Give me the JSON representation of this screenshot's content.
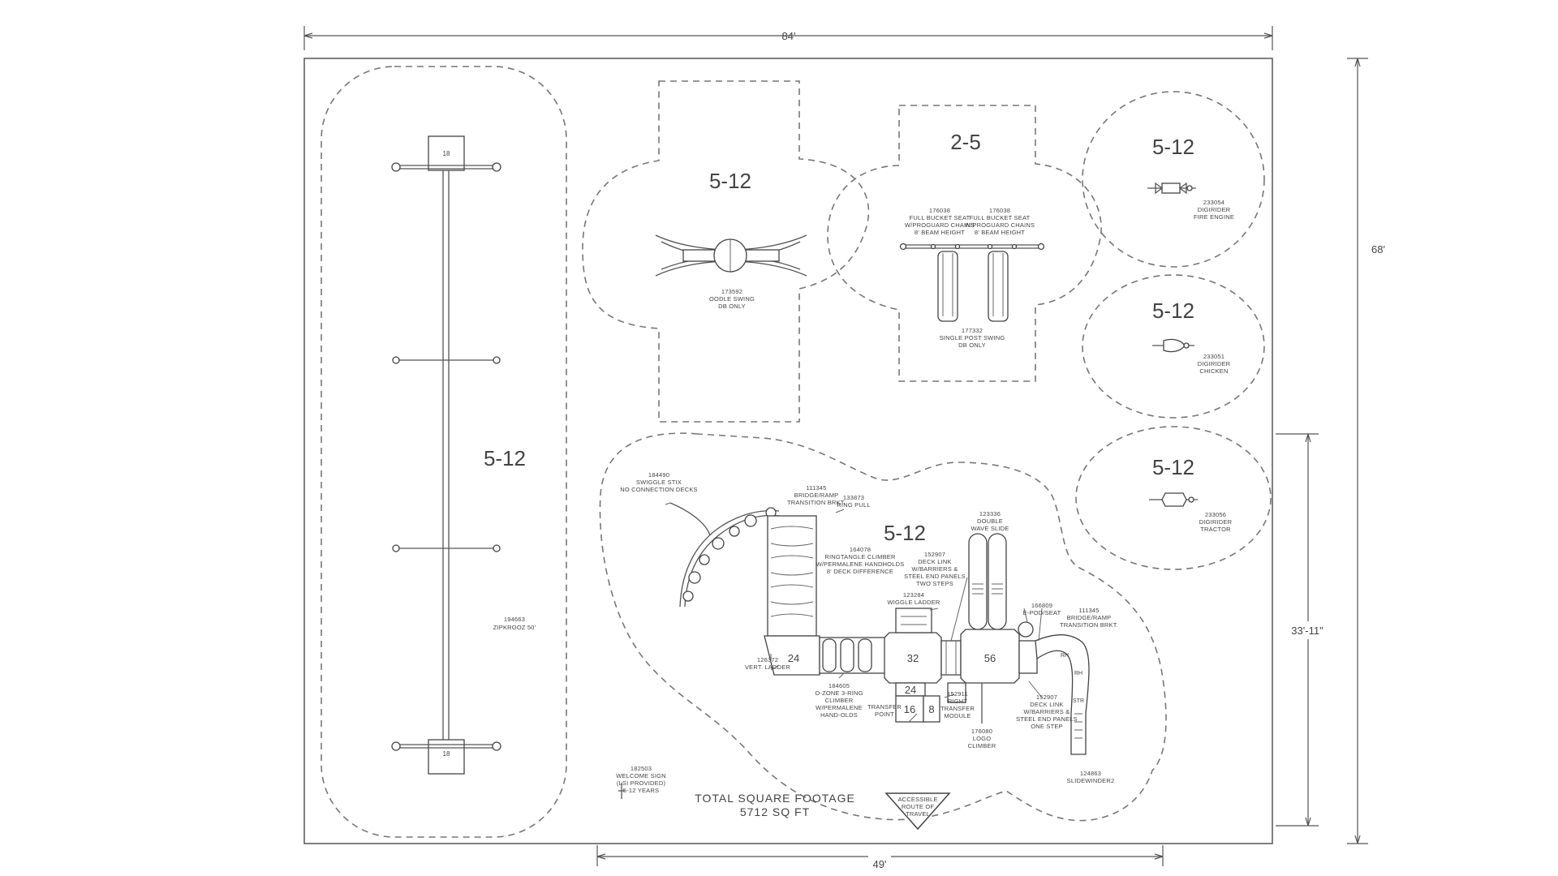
{
  "dimensions": {
    "width": "84'",
    "height": "68'",
    "right_partial": "33'-11\"",
    "bottom_partial": "49'"
  },
  "age_labels": {
    "zipline": "5-12",
    "oodle": "5-12",
    "toddler_swing": "2-5",
    "fire_engine": "5-12",
    "chicken": "5-12",
    "tractor": "5-12",
    "structure": "5-12"
  },
  "equipment": {
    "zip_krooz": {
      "code": "194663",
      "name": "ZIPKROOZ 50'",
      "post_label": "18"
    },
    "oodle_swing": {
      "code": "173592",
      "name": "OODLE SWING",
      "note": "DB ONLY"
    },
    "bucket_seat_left": {
      "code": "176038",
      "l1": "FULL BUCKET SEAT",
      "l2": "W/PROGUARD CHAINS",
      "l3": "8' BEAM HEIGHT"
    },
    "bucket_seat_right": {
      "code": "176038",
      "l1": "FULL BUCKET SEAT",
      "l2": "W/PROGUARD CHAINS",
      "l3": "8' BEAM HEIGHT"
    },
    "single_post_swing": {
      "code": "177332",
      "name": "SINGLE POST SWING",
      "note": "DB ONLY"
    },
    "fire_engine": {
      "code": "233054",
      "l1": "DIGIRIDER",
      "l2": "FIRE ENGINE"
    },
    "chicken": {
      "code": "233051",
      "l1": "DIGIRIDER",
      "l2": "CHICKEN"
    },
    "tractor": {
      "code": "233056",
      "l1": "DIGIRIDER",
      "l2": "TRACTOR"
    },
    "swiggle": {
      "code": "184490",
      "l1": "SWIGGLE STIX",
      "l2": "NO CONNECTION DECKS"
    },
    "bridge_left": {
      "code": "111345",
      "l1": "BRIDGE/RAMP",
      "l2": "TRANSITION BRKT."
    },
    "ring_pull": {
      "code": "133873",
      "l1": "RING PULL"
    },
    "ringtangle": {
      "code": "164078",
      "l1": "RINGTANGLE CLIMBER",
      "l2": "W/PERMALENE HANDHOLDS",
      "l3": "8' DECK DIFFERENCE"
    },
    "deck_link_top": {
      "code": "152907",
      "l1": "DECK LINK",
      "l2": "W/BARRIERS &",
      "l3": "STEEL END PANELS",
      "l4": "TWO STEPS"
    },
    "wave_slide": {
      "code": "123336",
      "l1": "DOUBLE",
      "l2": "WAVE SLIDE"
    },
    "wiggle_ladder": {
      "code": "123284",
      "l1": "WIGGLE LADDER"
    },
    "e_pod": {
      "code": "166809",
      "l1": "E-POD/SEAT"
    },
    "bridge_right": {
      "code": "111345",
      "l1": "BRIDGE/RAMP",
      "l2": "TRANSITION BRKT."
    },
    "vert_ladder": {
      "code": "126372",
      "l1": "VERT. LADDER"
    },
    "o_zone": {
      "code": "184605",
      "l1": "O-ZONE 3-RING",
      "l2": "CLIMBER",
      "l3": "W/PERMALENE",
      "l4": "HAND-OLDS"
    },
    "transfer_point": {
      "l1": "TRANSFER",
      "l2": "POINT"
    },
    "right_transfer": {
      "code": "152911",
      "l1": "RIGHT",
      "l2": "TRANSFER",
      "l3": "MODULE"
    },
    "deck_link_bottom": {
      "code": "152907",
      "l1": "DECK LINK",
      "l2": "W/BARRIERS &",
      "l3": "STEEL END PANELS",
      "l4": "ONE STEP"
    },
    "logo_climber": {
      "code": "176080",
      "l1": "LOGO",
      "l2": "CLIMBER"
    },
    "slidewinder": {
      "code": "124863",
      "l1": "SLIDEWINDER2"
    },
    "welcome_sign": {
      "code": "182503",
      "l1": "WELCOME SIGN",
      "l2": "(LSI PROVIDED)",
      "l3": "5-12 YEARS"
    }
  },
  "decks": {
    "d24a": "24",
    "d32": "32",
    "d56": "56",
    "d24b": "24",
    "d16": "16",
    "d8": "8",
    "rh1": "RH",
    "rh2": "RH",
    "str": "STR"
  },
  "footage": {
    "l1": "TOTAL SQUARE FOOTAGE",
    "l2": "5712 SQ FT"
  },
  "accessible_route": {
    "l1": "ACCESSIBLE",
    "l2": "ROUTE OF",
    "l3": "TRAVEL"
  }
}
